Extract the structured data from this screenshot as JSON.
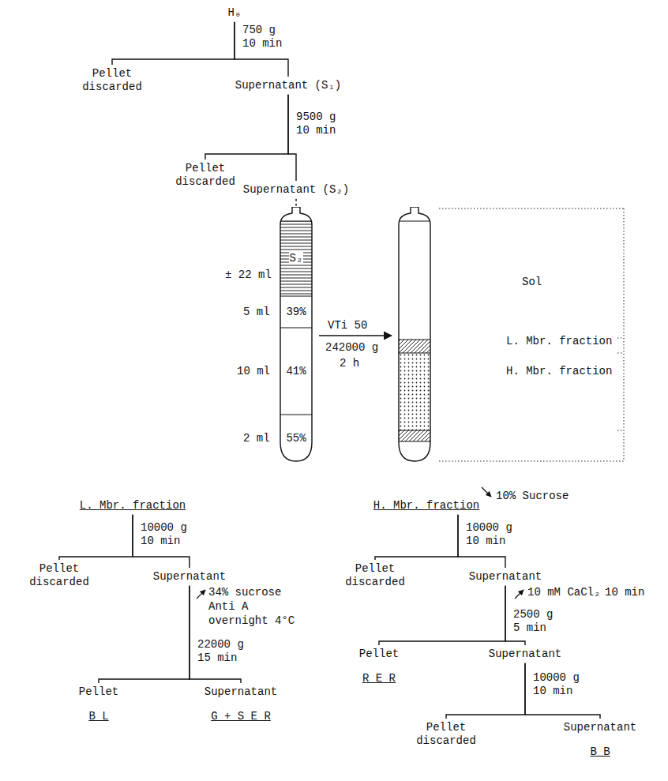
{
  "diagram": {
    "nodes": [
      {
        "text": [
          "H₀"
        ]
      },
      {
        "text": [
          "Pellet discarded"
        ]
      },
      {
        "text": [
          "Supernatant (S₁)"
        ]
      },
      {
        "text": [
          "Pellet discarded"
        ]
      },
      {
        "text": [
          "Supernatant (S₂)"
        ]
      },
      {
        "text": [
          "S₂",
          "39%",
          "41%",
          "55%"
        ]
      },
      {
        "text": [
          "Sol",
          "L. Mbr. fraction",
          "H. Mbr. fraction"
        ]
      },
      {
        "text": [
          "L. Mbr. fraction"
        ]
      },
      {
        "text": [
          "Pellet discarded"
        ]
      },
      {
        "text": [
          "Supernatant"
        ]
      },
      {
        "text": [
          "Pellet",
          "B L"
        ]
      },
      {
        "text": [
          "Supernatant",
          "G + S E R"
        ]
      },
      {
        "text": [
          "H. Mbr. fraction"
        ]
      },
      {
        "text": [
          "Pellet discarded"
        ]
      },
      {
        "text": [
          "Supernatant"
        ]
      },
      {
        "text": [
          "Pellet",
          "R E R"
        ]
      },
      {
        "text": [
          "Supernatant"
        ]
      },
      {
        "text": [
          "Pellet discarded"
        ]
      },
      {
        "text": [
          "Supernatant",
          "B B"
        ]
      }
    ],
    "edges": [
      {
        "from": 0,
        "to": 1,
        "arrow": "none",
        "label": "750 g 10 min"
      },
      {
        "from": 0,
        "to": 2,
        "arrow": "none"
      },
      {
        "from": 2,
        "to": 3,
        "arrow": "none",
        "label": "9500 g 10 min"
      },
      {
        "from": 2,
        "to": 4,
        "arrow": "none"
      },
      {
        "from": 4,
        "to": 5,
        "arrow": "none"
      },
      {
        "from": 5,
        "to": 6,
        "arrow": "to",
        "label": "VTi 50"
      },
      {
        "from": 7,
        "to": 8,
        "arrow": "none",
        "label": "10000 g 10 min"
      },
      {
        "from": 7,
        "to": 9,
        "arrow": "none"
      },
      {
        "from": 9,
        "to": 10,
        "arrow": "none",
        "label": "22000 g 15 min"
      },
      {
        "from": 9,
        "to": 11,
        "arrow": "none"
      },
      {
        "from": 12,
        "to": 13,
        "arrow": "none",
        "label": "10000 g 10 min"
      },
      {
        "from": 12,
        "to": 14,
        "arrow": "none"
      },
      {
        "from": 14,
        "to": 15,
        "arrow": "none",
        "label": "2500 g 5 min"
      },
      {
        "from": 14,
        "to": 16,
        "arrow": "none"
      },
      {
        "from": 16,
        "to": 17,
        "arrow": "none",
        "label": "10000 g 10 min"
      },
      {
        "from": 16,
        "to": 18,
        "arrow": "none"
      }
    ],
    "labels": [
      "± 22 ml",
      "5 ml",
      "10 ml",
      "2 ml",
      "242000 g",
      "2 h",
      "34% sucrose",
      "Anti A",
      "overnight 4°C",
      "10% Sucrose",
      "10 mM CaCl₂",
      "10 min"
    ]
  }
}
